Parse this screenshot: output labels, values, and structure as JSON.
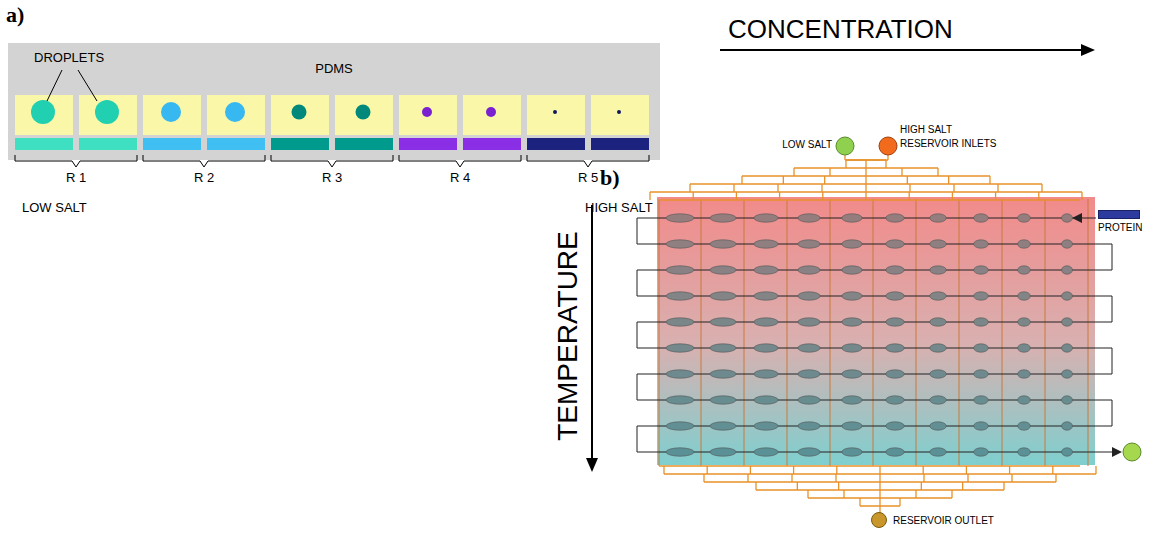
{
  "diagram": {
    "nodes": [
      {
        "text": [
          "PDMS"
        ]
      },
      {
        "text": [
          "PROTEIN"
        ]
      },
      {
        "text": [
          "RESERVOIR OUTLET"
        ]
      }
    ],
    "labels": [
      "a)",
      "DROPLETS",
      "R 1",
      "R 2",
      "R 3",
      "R 4",
      "R 5",
      "LOW SALT",
      "HIGH SALT",
      "b)",
      "CONCENTRATION",
      "TEMPERATURE",
      "LOW SALT",
      "HIGH SALT",
      "RESERVOIR INLETS"
    ]
  }
}
